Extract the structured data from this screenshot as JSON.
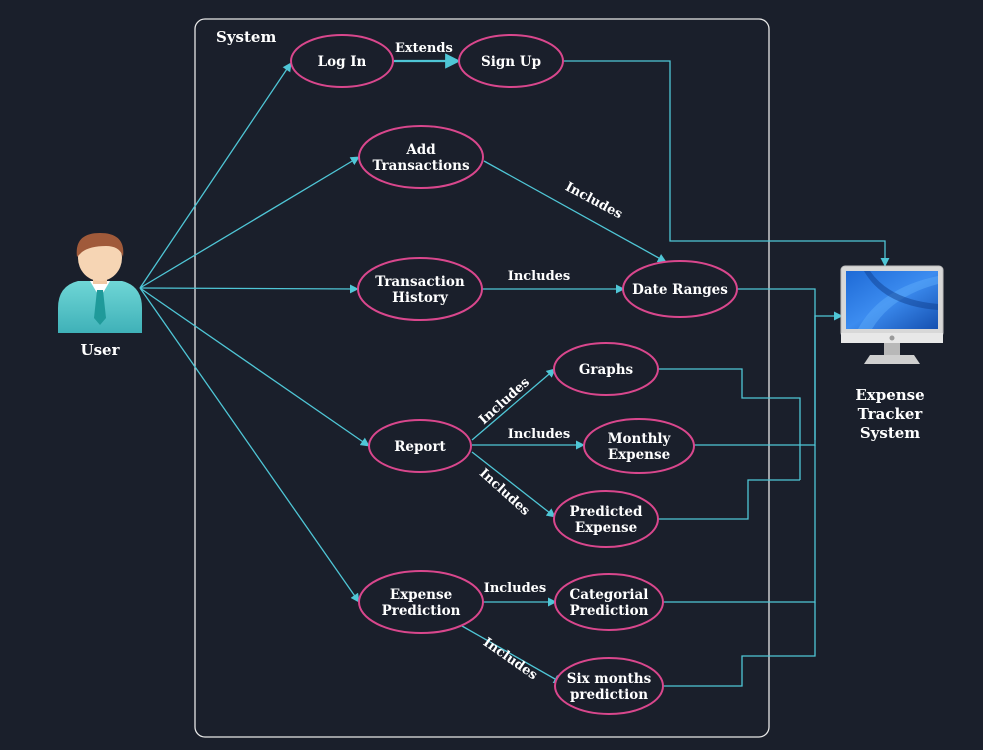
{
  "system": {
    "label": "System"
  },
  "actors": {
    "user": {
      "label": "User"
    },
    "tracker": {
      "lines": [
        "Expense",
        "Tracker",
        "System"
      ]
    }
  },
  "use_cases": {
    "login": {
      "lines": [
        "Log In"
      ]
    },
    "signup": {
      "lines": [
        "Sign Up"
      ]
    },
    "add": {
      "lines": [
        "Add",
        "Transactions"
      ]
    },
    "history": {
      "lines": [
        "Transaction",
        "History"
      ]
    },
    "dates": {
      "lines": [
        "Date Ranges"
      ]
    },
    "graphs": {
      "lines": [
        "Graphs"
      ]
    },
    "report": {
      "lines": [
        "Report"
      ]
    },
    "monthly": {
      "lines": [
        "Monthly",
        "Expense"
      ]
    },
    "predicted": {
      "lines": [
        "Predicted",
        "Expense"
      ]
    },
    "exppred": {
      "lines": [
        "Expense",
        "Prediction"
      ]
    },
    "categ": {
      "lines": [
        "Categorial",
        "Prediction"
      ]
    },
    "six": {
      "lines": [
        "Six months",
        "prediction"
      ]
    }
  },
  "relations": {
    "extends": "Extends",
    "inc_add_dates": "Includes",
    "inc_history_dates": "Includes",
    "inc_report_graphs": "Includes",
    "inc_report_monthly": "Includes",
    "inc_report_predicted": "Includes",
    "inc_exp_categ": "Includes",
    "inc_exp_six": "Includes"
  },
  "colors": {
    "background": "#1a1f2b",
    "connector": "#4fc6d6",
    "ellipse_stroke": "#d9478d",
    "system_border": "#e6e6e6",
    "text": "#ffffff"
  },
  "icons": {
    "user": "businessman-icon",
    "tracker": "desktop-monitor-icon"
  }
}
